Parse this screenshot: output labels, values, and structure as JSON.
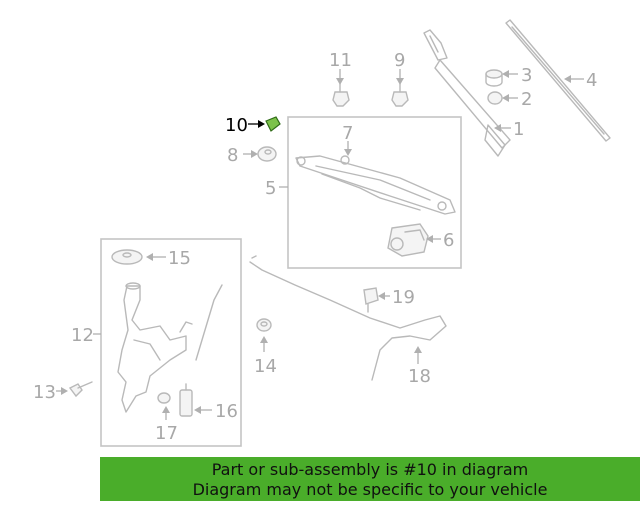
{
  "highlighted_part": "10",
  "callouts": {
    "c1": "1",
    "c2": "2",
    "c3": "3",
    "c4": "4",
    "c5": "5",
    "c6": "6",
    "c7": "7",
    "c8": "8",
    "c9": "9",
    "c10": "10",
    "c11": "11",
    "c12": "12",
    "c13": "13",
    "c14": "14",
    "c15": "15",
    "c16": "16",
    "c17": "17",
    "c18": "18",
    "c19": "19"
  },
  "banner": {
    "line1": "Part or sub-assembly is #10 in diagram",
    "line2": "Diagram may not be specific to your vehicle"
  },
  "colors": {
    "banner_bg": "#4aad2a",
    "highlight_part": "#7cc24a",
    "parts_line": "#b9b9b9",
    "callout_text": "#a8a8a8"
  }
}
